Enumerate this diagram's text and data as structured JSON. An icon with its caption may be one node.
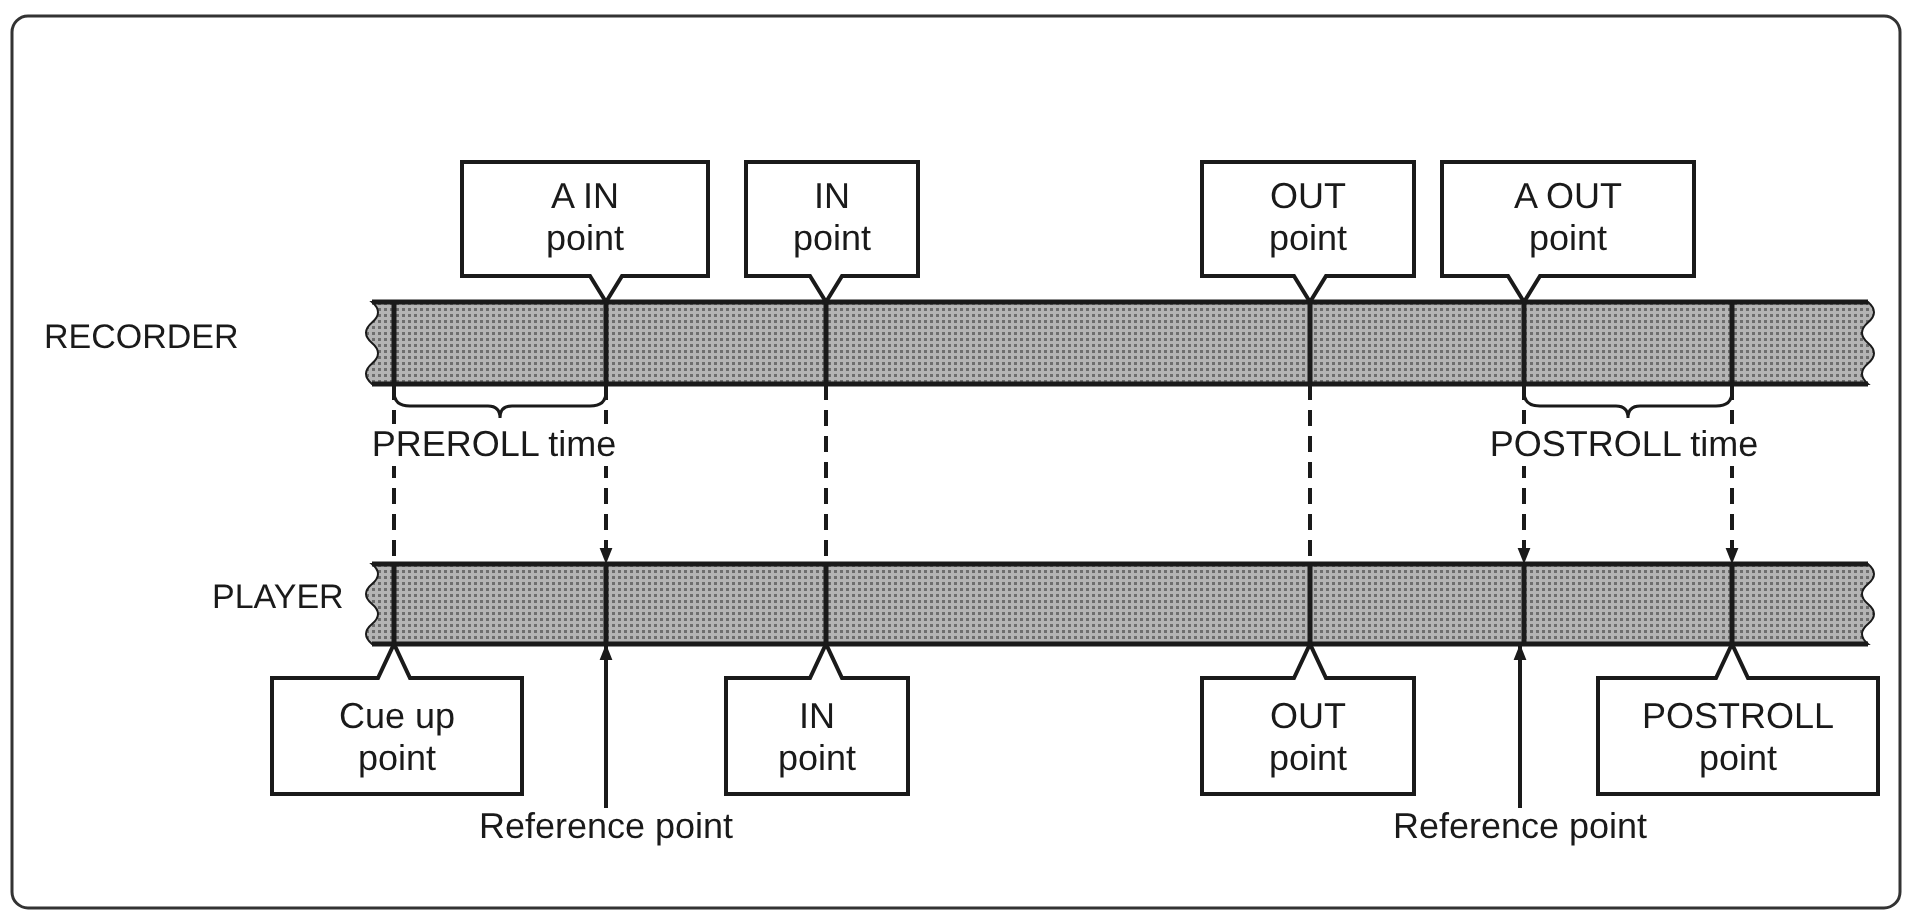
{
  "diagram": {
    "nodes": [
      {
        "text": [
          "RECORDER"
        ]
      },
      {
        "text": [
          "PLAYER"
        ]
      },
      {
        "text": [
          "A IN point"
        ]
      },
      {
        "text": [
          "IN point"
        ]
      },
      {
        "text": [
          "OUT point"
        ]
      },
      {
        "text": [
          "A OUT point"
        ]
      },
      {
        "text": [
          "Cue up point"
        ]
      },
      {
        "text": [
          "IN point"
        ]
      },
      {
        "text": [
          "OUT point"
        ]
      },
      {
        "text": [
          "POSTROLL point"
        ]
      },
      {
        "text": [
          "Reference point"
        ]
      },
      {
        "text": [
          "Reference point"
        ]
      }
    ],
    "edges": [
      {
        "from": 0,
        "to": 1,
        "arrow": "none",
        "style": "dashed"
      },
      {
        "from": 0,
        "to": 1,
        "arrow": "to",
        "style": "dashed"
      },
      {
        "from": 0,
        "to": 1,
        "arrow": "none",
        "style": "dashed"
      },
      {
        "from": 0,
        "to": 1,
        "arrow": "none",
        "style": "dashed"
      },
      {
        "from": 0,
        "to": 1,
        "arrow": "to",
        "style": "dashed"
      },
      {
        "from": 0,
        "to": 1,
        "arrow": "to",
        "style": "dashed"
      },
      {
        "from": 10,
        "to": 1,
        "arrow": "to"
      },
      {
        "from": 11,
        "to": 1,
        "arrow": "to"
      }
    ],
    "labels": [
      "PREROLL time",
      "POSTROLL time"
    ]
  }
}
